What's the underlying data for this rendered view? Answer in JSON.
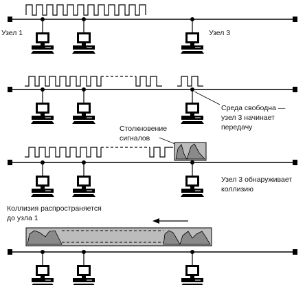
{
  "labels": {
    "node1": "Узел 1",
    "node3": "Узел 3",
    "medium_free_line1": "Среда свободна —",
    "medium_free_line2": "узел 3 начинает",
    "medium_free_line3": "передачу",
    "collision_line1": "Столкновение",
    "collision_line2": "сигналов",
    "node3_detects_line1": "Узел 3 обнаруживает",
    "node3_detects_line2": "коллизию",
    "propagates_line1": "Коллизия распространяется",
    "propagates_line2": "до узла 1"
  },
  "colors": {
    "ink": "#000000",
    "collision_fill": "#bcbcbc",
    "collision_dark": "#7a7a7a",
    "monitor_screen": "#ffffff"
  },
  "icons": {
    "computer": "computer-icon",
    "terminator": "bus-terminator",
    "direction": "arrow-left-icon"
  }
}
